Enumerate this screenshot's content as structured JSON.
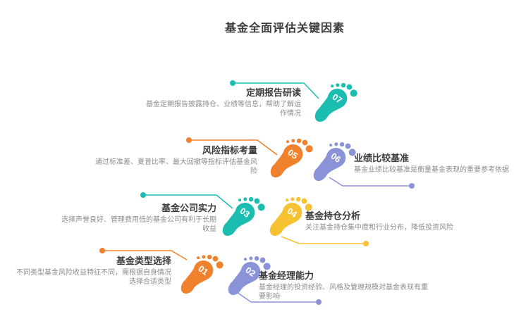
{
  "title": "基金全面评估关键因素",
  "colors": {
    "teal": "#1cbdb1",
    "orange": "#f0812d",
    "purple": "#8b93d8",
    "yellow": "#f7c231",
    "heading_text": "#3b3b3b",
    "desc_text": "#8c8c8c"
  },
  "items": [
    {
      "number": "01",
      "title": "基金类型选择",
      "desc": "不同类型基金风险收益特征不同，需根据自身情况选择合适类型",
      "color": "#f0812d"
    },
    {
      "number": "02",
      "title": "基金经理能力",
      "desc": "基金经理的投资经验、风格及管理规模对基金表现有重要影响",
      "color": "#8b93d8"
    },
    {
      "number": "03",
      "title": "基金公司实力",
      "desc": "选择声誉良好、管理费用低的基金公司有利于长期收益",
      "color": "#1cbdb1"
    },
    {
      "number": "04",
      "title": "基金持仓分析",
      "desc": "关注基金持仓集中度和行业分布，降低投资风险",
      "color": "#f7c231"
    },
    {
      "number": "05",
      "title": "风险指标考量",
      "desc": "通过标准差、夏普比率、最大回撤等指标评估基金风险",
      "color": "#f0812d"
    },
    {
      "number": "06",
      "title": "业绩比较基准",
      "desc": "基金业绩比较基准是衡量基金表现的重要参考依据",
      "color": "#8b93d8"
    },
    {
      "number": "07",
      "title": "定期报告研读",
      "desc": "基金定期报告披露持仓、业绩等信息，帮助了解运作情况",
      "color": "#1cbdb1"
    }
  ]
}
